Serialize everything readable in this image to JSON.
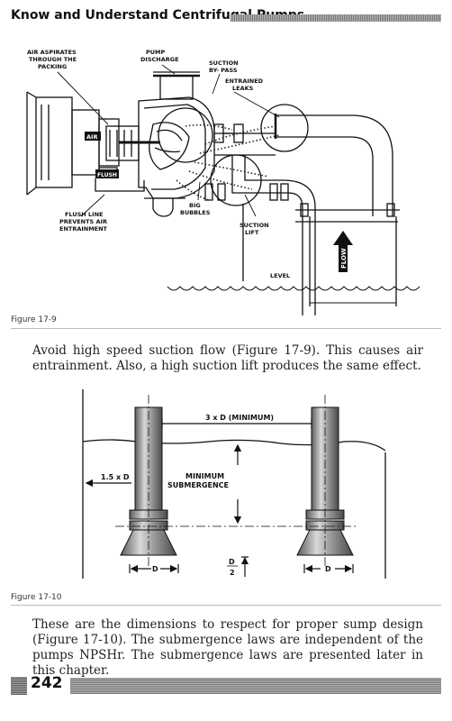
{
  "header": {
    "title": "Know and Understand Centrifugal Pumps"
  },
  "figure1": {
    "labels": {
      "air_aspirates_1": "AIR ASPIRATES",
      "air_aspirates_2": "THROUGH THE",
      "air_aspirates_3": "PACKING",
      "pump_discharge_1": "PUMP",
      "pump_discharge_2": "DISCHARGE",
      "suction_bypass_1": "SUCTION",
      "suction_bypass_2": "BY- PASS",
      "entrained_leaks_1": "ENTRAINED",
      "entrained_leaks_2": "LEAKS",
      "big_bubbles_1": "BIG",
      "big_bubbles_2": "BUBBLES",
      "flush_line_1": "FLUSH LINE",
      "flush_line_2": "PREVENTS AIR",
      "flush_line_3": "ENTRAINMENT",
      "suction_lift_1": "SUCTION",
      "suction_lift_2": "LIFT",
      "level": "LEVEL",
      "flow": "FLOW",
      "air": "AIR",
      "flush": "FLUSH"
    },
    "caption": "Figure 17-9"
  },
  "paragraph1": "Avoid high speed suction flow (Figure 17-9). This causes air entrainment. Also, a high suction lift produces the same effect.",
  "figure2": {
    "labels": {
      "spacing": "3 x D (MINIMUM)",
      "side": "1.5 x D",
      "submergence_1": "MINIMUM",
      "submergence_2": "SUBMERGENCE",
      "d_left": "D",
      "d_right": "D",
      "half_num": "D",
      "half_den": "2"
    },
    "caption": "Figure 17-10"
  },
  "paragraph2": "These are the dimensions to respect for proper sump design (Figure 17-10). The submergence laws are independent of the pumps NPSHr. The submergence laws are presented later in this chapter.",
  "footer": {
    "page_number": "242"
  }
}
